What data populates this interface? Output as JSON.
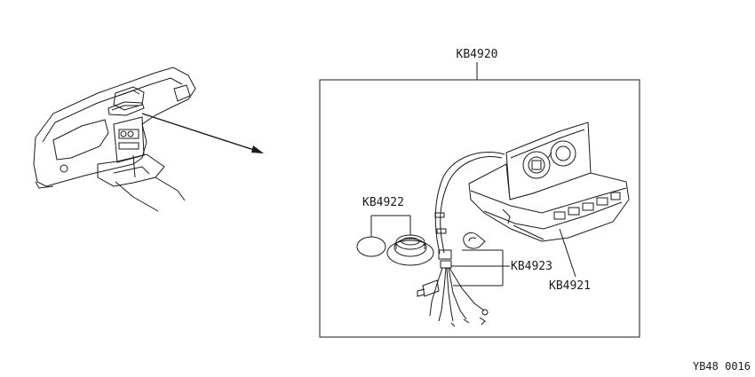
{
  "labels": {
    "assembly": "KB4920",
    "unit": "KB4921",
    "cover": "KB4922",
    "harness": "KB4923",
    "figure_code": "YB48 0016"
  }
}
